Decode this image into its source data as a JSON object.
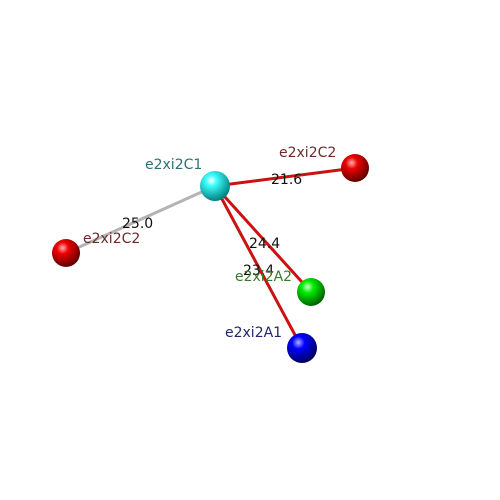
{
  "nodes": {
    "c1": {
      "label": "e2xi2C1",
      "color": "#00e5e5",
      "label_color": "#2f6f73"
    },
    "c2_right": {
      "label": "e2xi2C2",
      "color": "#dd0000",
      "label_color": "#6b2b2b"
    },
    "c2_left": {
      "label": "e2xi2C2",
      "color": "#dd0000",
      "label_color": "#6b2b2b"
    },
    "a2": {
      "label": "e2xi2A2",
      "color": "#00dd00",
      "label_color": "#3a7a2a"
    },
    "a1": {
      "label": "e2xi2A1",
      "color": "#0000ee",
      "label_color": "#22266b"
    }
  },
  "edges": {
    "c1_c2_right": {
      "distance": "21.6",
      "color": "#cc1111"
    },
    "c1_c2_left": {
      "distance": "25.0",
      "color": "#b4b4b4"
    },
    "c1_a2": {
      "distance": "24.4",
      "color": "#cc1111"
    },
    "c1_a1": {
      "distance": "23.4",
      "color": "#cc1111"
    }
  }
}
